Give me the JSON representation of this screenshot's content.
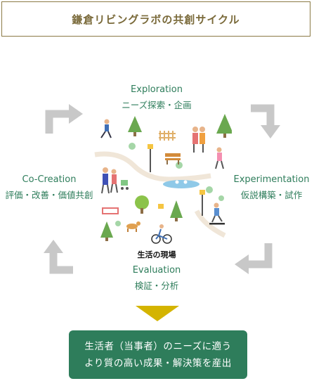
{
  "title": "鎌倉リビングラボの共創サイクル",
  "stages": {
    "top": {
      "en": "Exploration",
      "jp": "ニーズ探索・企画"
    },
    "right": {
      "en": "Experimentation",
      "jp": "仮説構築・試作"
    },
    "bottom": {
      "en": "Evaluation",
      "jp": "検証・分析"
    },
    "left": {
      "en": "Co-Creation",
      "jp": "評価・改善・価値共創"
    }
  },
  "center_label": "生活の現場",
  "result": {
    "line1": "生活者（当事者）のニーズに適う",
    "line2": "より質の高い成果・解決策を産出"
  },
  "colors": {
    "accent": "#2e7d5b",
    "title": "#7a6a3a",
    "arrow": "#c8c8c8",
    "down_arrow": "#d4b400"
  }
}
